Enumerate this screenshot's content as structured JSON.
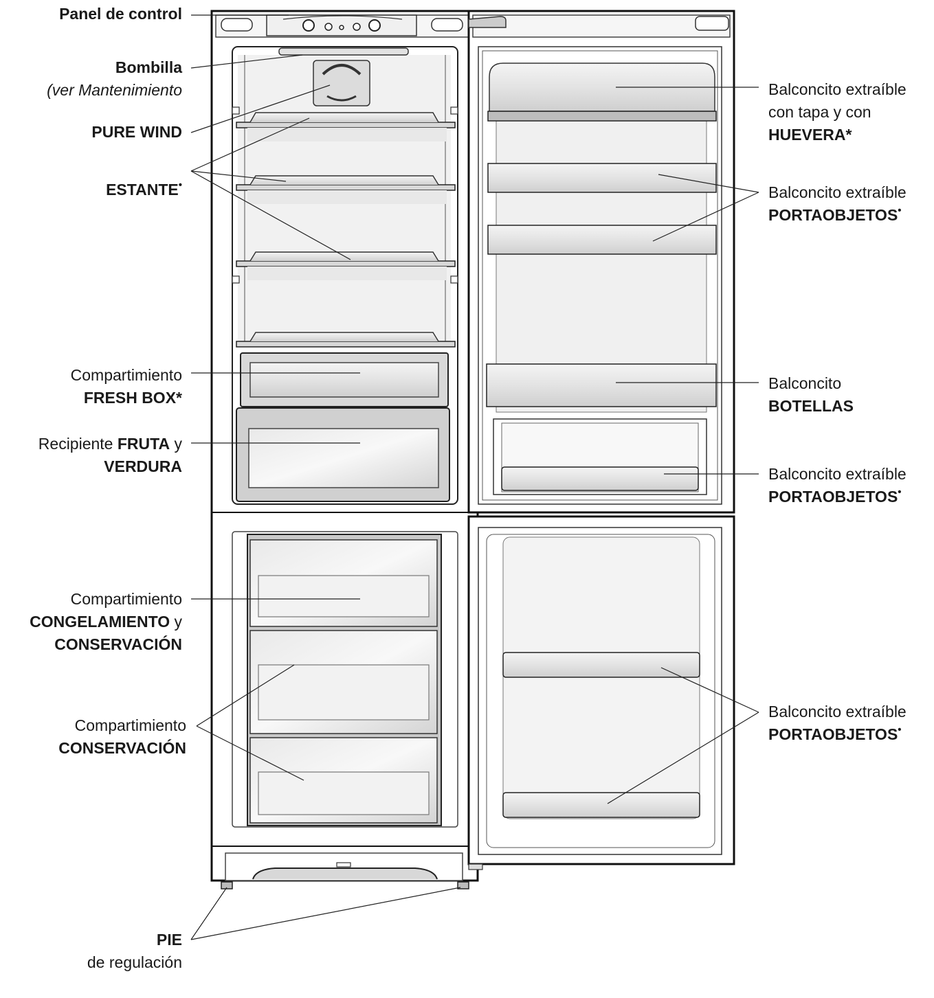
{
  "labels": {
    "panel": {
      "bold": "Panel de control"
    },
    "bombilla": {
      "bold": "Bombilla",
      "note": "(ver Mantenimiento"
    },
    "pure_wind": {
      "bold": "PURE WIND"
    },
    "estante": {
      "bold": "ESTANTE",
      "mark": "•"
    },
    "fresh_box": {
      "line1": "Compartimiento",
      "bold": "FRESH BOX",
      "mark": "*"
    },
    "fruta": {
      "pre": "Recipiente ",
      "bold1": "FRUTA",
      "post": " y",
      "bold2": "VERDURA"
    },
    "congelamiento": {
      "line1": "Compartimiento",
      "bold1": "CONGELAMIENTO",
      "post": " y",
      "bold2": "CONSERVACIÓN"
    },
    "conservacion": {
      "line1": "Compartimiento",
      "bold": "CONSERVACIÓN"
    },
    "pie": {
      "bold": "PIE",
      "line2": "de regulación"
    },
    "huevera": {
      "line1": "Balconcito extraíble",
      "line2": "con tapa y con",
      "bold": "HUEVERA",
      "mark": "*"
    },
    "portaobjetos_1": {
      "line1": "Balconcito extraíble",
      "bold": "PORTAOBJETOS",
      "mark": "•"
    },
    "botellas": {
      "line1": "Balconcito",
      "bold": "BOTELLAS"
    },
    "portaobjetos_2": {
      "line1": "Balconcito extraíble",
      "bold": "PORTAOBJETOS",
      "mark": "•"
    },
    "portaobjetos_3": {
      "line1": "Balconcito extraíble",
      "bold": "PORTAOBJETOS",
      "mark": "•"
    }
  }
}
